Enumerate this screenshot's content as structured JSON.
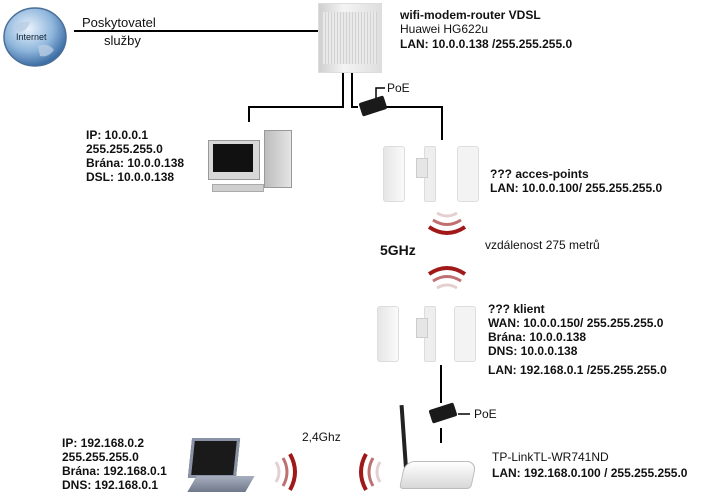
{
  "internet": {
    "label": "Internet",
    "provider_line1": "Poskytovatel",
    "provider_line2": "služby"
  },
  "modem": {
    "title": "wifi-modem-router  VDSL",
    "model": "Huawei HG622u",
    "lan": "LAN: 10.0.0.138 /255.255.255.0"
  },
  "poe_top": {
    "label": "PoE"
  },
  "pc": {
    "ip": "IP: 10.0.0.1",
    "mask": "255.255.255.0",
    "gateway": "Brána: 10.0.0.138",
    "dsl": "DSL: 10.0.0.138"
  },
  "access_point": {
    "title": "???  acces-points",
    "lan": "LAN: 10.0.0.100/ 255.255.255.0"
  },
  "link": {
    "frequency": "5GHz",
    "distance": "vzdálenost 275 metrů"
  },
  "client": {
    "title": "???    klient",
    "wan": "WAN: 10.0.0.150/ 255.255.255.0",
    "gateway": "Brána: 10.0.0.138",
    "dns": "DNS: 10.0.0.138",
    "lan": "LAN: 192.168.0.1 /255.255.255.0"
  },
  "poe_bottom": {
    "label": "PoE"
  },
  "tplink": {
    "model": "TP-LinkTL-WR741ND",
    "lan": "LAN: 192.168.0.100 / 255.255.255.0"
  },
  "wifi24": {
    "frequency": "2,4Ghz"
  },
  "laptop": {
    "ip": "IP: 192.168.0.2",
    "mask": "255.255.255.0",
    "gateway": "Brána: 192.168.0.1",
    "dns": "DNS: 192.168.0.1"
  },
  "colors": {
    "wave_dark": "#a01818",
    "wave_light": "#e0b0b0",
    "wire": "#000000"
  }
}
